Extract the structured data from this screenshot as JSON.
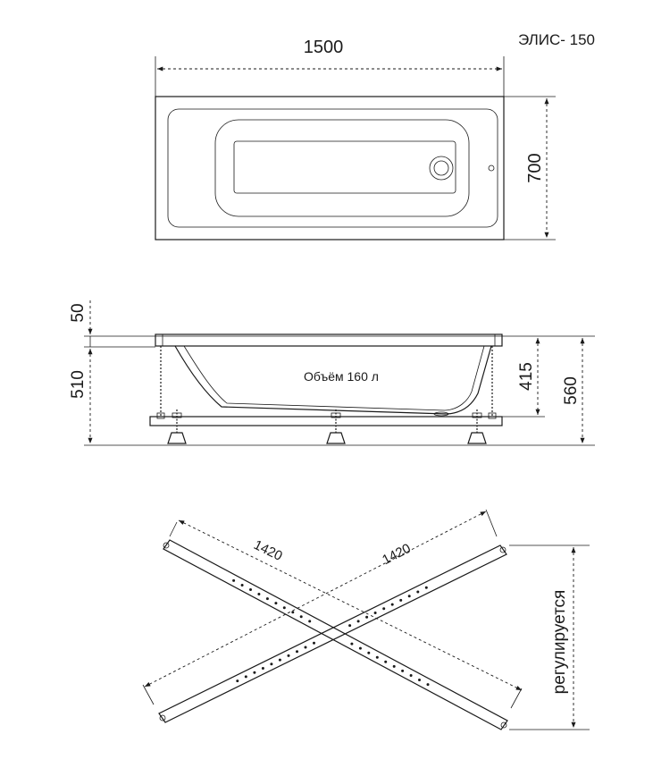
{
  "model": "ЭЛИС- 150",
  "top_view": {
    "length_label": "1500",
    "width_label": "700"
  },
  "side_view": {
    "rim_label": "50",
    "height_label": "510",
    "depth_label": "415",
    "total_height_label": "560",
    "volume_label": "Объём 160 л"
  },
  "frame_view": {
    "diag_left_label": "1420",
    "diag_right_label": "1420",
    "adjust_label": "регулируется"
  }
}
